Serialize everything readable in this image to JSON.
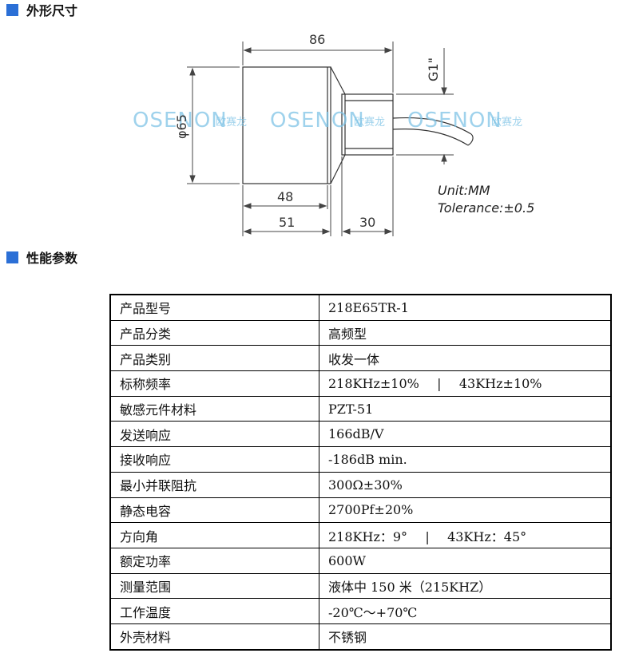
{
  "sections": {
    "dimensions_title": "外形尺寸",
    "performance_title": "性能参数"
  },
  "drawing": {
    "dim_total": "86",
    "dim_diameter": "φ65",
    "dim_thread": "G1\"",
    "dim_body_inner": "48",
    "dim_body": "51",
    "dim_neck": "30",
    "unit": "Unit:MM",
    "tolerance": "Tolerance:±0.5",
    "watermark_brand": "OSENON",
    "watermark_cn": "欧赛龙"
  },
  "specs": [
    {
      "key": "产品型号",
      "value": "218E65TR-1"
    },
    {
      "key": "产品分类",
      "value": "高频型"
    },
    {
      "key": "产品类别",
      "value": "收发一体"
    },
    {
      "key": "标称频率",
      "value": "218KHz±10%",
      "value2": "43KHz±10%",
      "separator": "|"
    },
    {
      "key": "敏感元件材料",
      "value": "PZT-51"
    },
    {
      "key": "发送响应",
      "value": "166dB/V"
    },
    {
      "key": "接收响应",
      "value": "-186dB min."
    },
    {
      "key": "最小并联阻抗",
      "value": "300Ω±30%"
    },
    {
      "key": "静态电容",
      "value": "2700Pf±20%"
    },
    {
      "key": "方向角",
      "value": "218KHz：9°",
      "value2": "43KHz：45°",
      "separator": "|"
    },
    {
      "key": "额定功率",
      "value": "600W"
    },
    {
      "key": "测量范围",
      "value": "液体中 150 米（215KHZ）"
    },
    {
      "key": "工作温度",
      "value": "-20℃～+70℃"
    },
    {
      "key": "外壳材料",
      "value": "不锈钢"
    }
  ],
  "colors": {
    "accent": "#2b6fd6",
    "watermark": "#7fc4e6"
  }
}
